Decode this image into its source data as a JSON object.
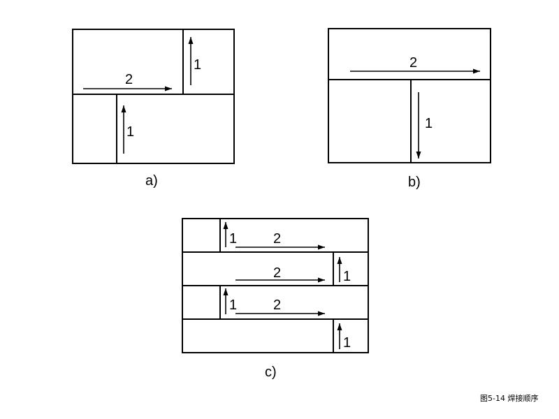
{
  "panels": {
    "a": {
      "label": "a)",
      "seq": [
        "1",
        "2",
        "1"
      ]
    },
    "b": {
      "label": "b)",
      "seq": [
        "2",
        "1"
      ]
    },
    "c": {
      "label": "c)",
      "seq": [
        "1",
        "2",
        "2",
        "1",
        "1",
        "2",
        "1"
      ]
    }
  },
  "caption": "图5-14  焊接顺序",
  "colors": {
    "line": "#000000",
    "background": "#ffffff"
  }
}
